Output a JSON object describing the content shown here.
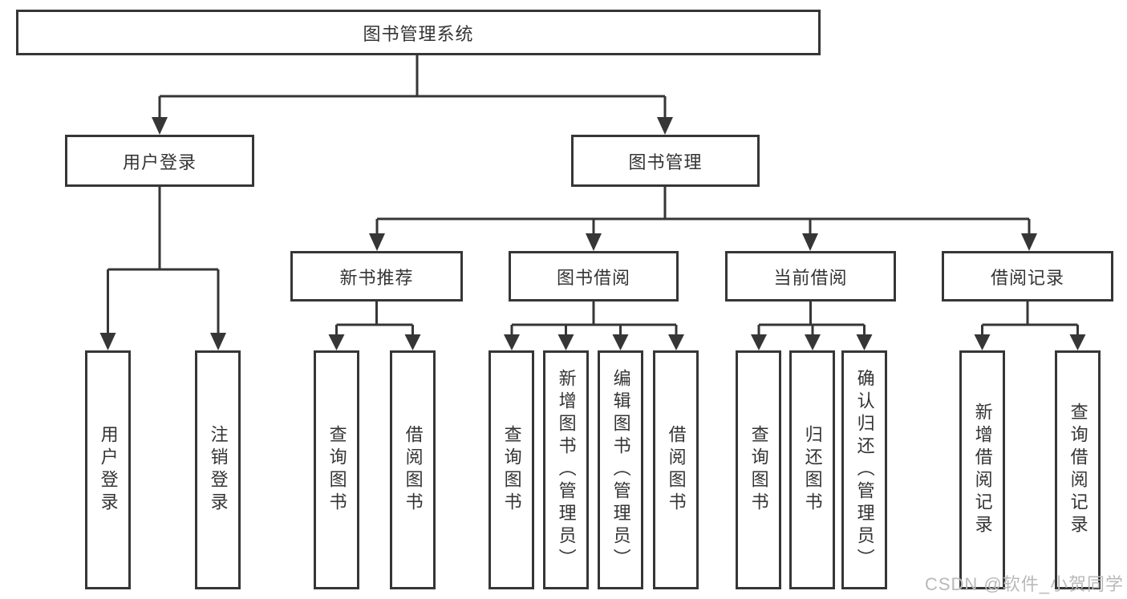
{
  "diagram": {
    "root": {
      "label": "图书管理系统"
    },
    "level1": [
      {
        "label": "用户登录"
      },
      {
        "label": "图书管理"
      }
    ],
    "level2": [
      {
        "label": "新书推荐"
      },
      {
        "label": "图书借阅"
      },
      {
        "label": "当前借阅"
      },
      {
        "label": "借阅记录"
      }
    ],
    "leaves": {
      "user_login": [
        {
          "label": "用户登录"
        },
        {
          "label": "注销登录"
        }
      ],
      "new_book": [
        {
          "label": "查询图书"
        },
        {
          "label": "借阅图书"
        }
      ],
      "book_borrow": [
        {
          "label": "查询图书"
        },
        {
          "label": "新增图书（管理员）"
        },
        {
          "label": "编辑图书（管理员）"
        },
        {
          "label": "借阅图书"
        }
      ],
      "current_borrow": [
        {
          "label": "查询图书"
        },
        {
          "label": "归还图书"
        },
        {
          "label": "确认归还（管理员）"
        }
      ],
      "borrow_record": [
        {
          "label": "新增借阅记录"
        },
        {
          "label": "查询借阅记录"
        }
      ]
    },
    "watermark": "CSDN @软件_小贺同学",
    "colors": {
      "line": "#363636",
      "text": "#343434",
      "watermark": "#b9b9b9",
      "background": "#ffffff"
    }
  }
}
